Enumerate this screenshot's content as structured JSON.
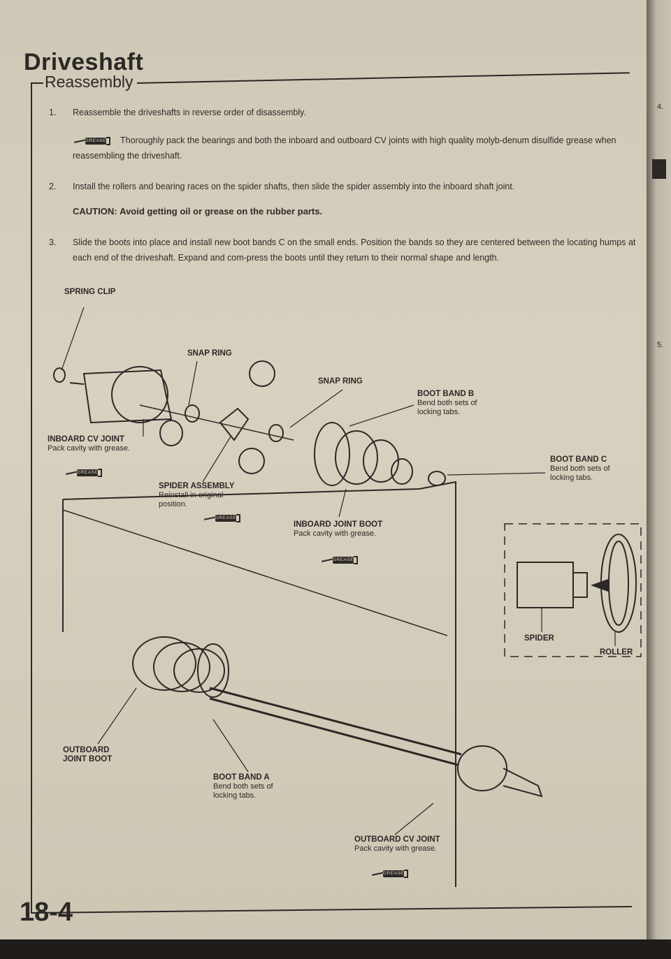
{
  "header": {
    "title": "Driveshaft",
    "subtitle": "Reassembly"
  },
  "steps": [
    {
      "num": "1.",
      "text": "Reassemble the driveshafts in reverse order of disassembly."
    },
    {
      "num": "",
      "grease_icon": "grease-tube-icon",
      "text": "Thoroughly pack the bearings and both the inboard and outboard CV joints with high quality molyb-denum disulfide grease when reassembling the driveshaft."
    },
    {
      "num": "2.",
      "text": "Install the rollers and bearing races on the spider shafts, then slide the spider assembly into the inboard shaft joint."
    },
    {
      "num": "",
      "caution_label": "CAUTION:",
      "text": "Avoid getting oil or grease on the rubber parts."
    },
    {
      "num": "3.",
      "text": "Slide the boots into place and install new boot bands C on the small ends. Position the bands so they are centered between the locating humps at each end of the driveshaft. Expand and com-press the boots until they return to their normal shape and length."
    }
  ],
  "grease_label": "GREASE",
  "callouts": {
    "spring_clip": "SPRING CLIP",
    "snap_ring_1": "SNAP RING",
    "snap_ring_2": "SNAP RING",
    "boot_band_b": "BOOT BAND B",
    "boot_band_b_note": "Bend both sets of locking tabs.",
    "inboard_cv_joint": "INBOARD CV JOINT",
    "inboard_cv_joint_note": "Pack cavity with grease.",
    "boot_band_c": "BOOT BAND C",
    "boot_band_c_note": "Bend both sets of locking tabs.",
    "spider_assembly": "SPIDER ASSEMBLY",
    "spider_assembly_note": "Reinstall in original position.",
    "inboard_joint_boot": "INBOARD JOINT BOOT",
    "inboard_joint_boot_note": "Pack cavity with grease.",
    "spider": "SPIDER",
    "roller": "ROLLER",
    "outboard_joint_boot": "OUTBOARD JOINT BOOT",
    "boot_band_a": "BOOT BAND A",
    "boot_band_a_note": "Bend both sets of locking tabs.",
    "outboard_cv_joint": "OUTBOARD CV JOINT",
    "outboard_cv_joint_note": "Pack cavity with grease."
  },
  "page_number": "18-4",
  "side_numbers": [
    "4.",
    "5."
  ],
  "colors": {
    "ink": "#2b2826",
    "paper": "#d3ccba"
  }
}
